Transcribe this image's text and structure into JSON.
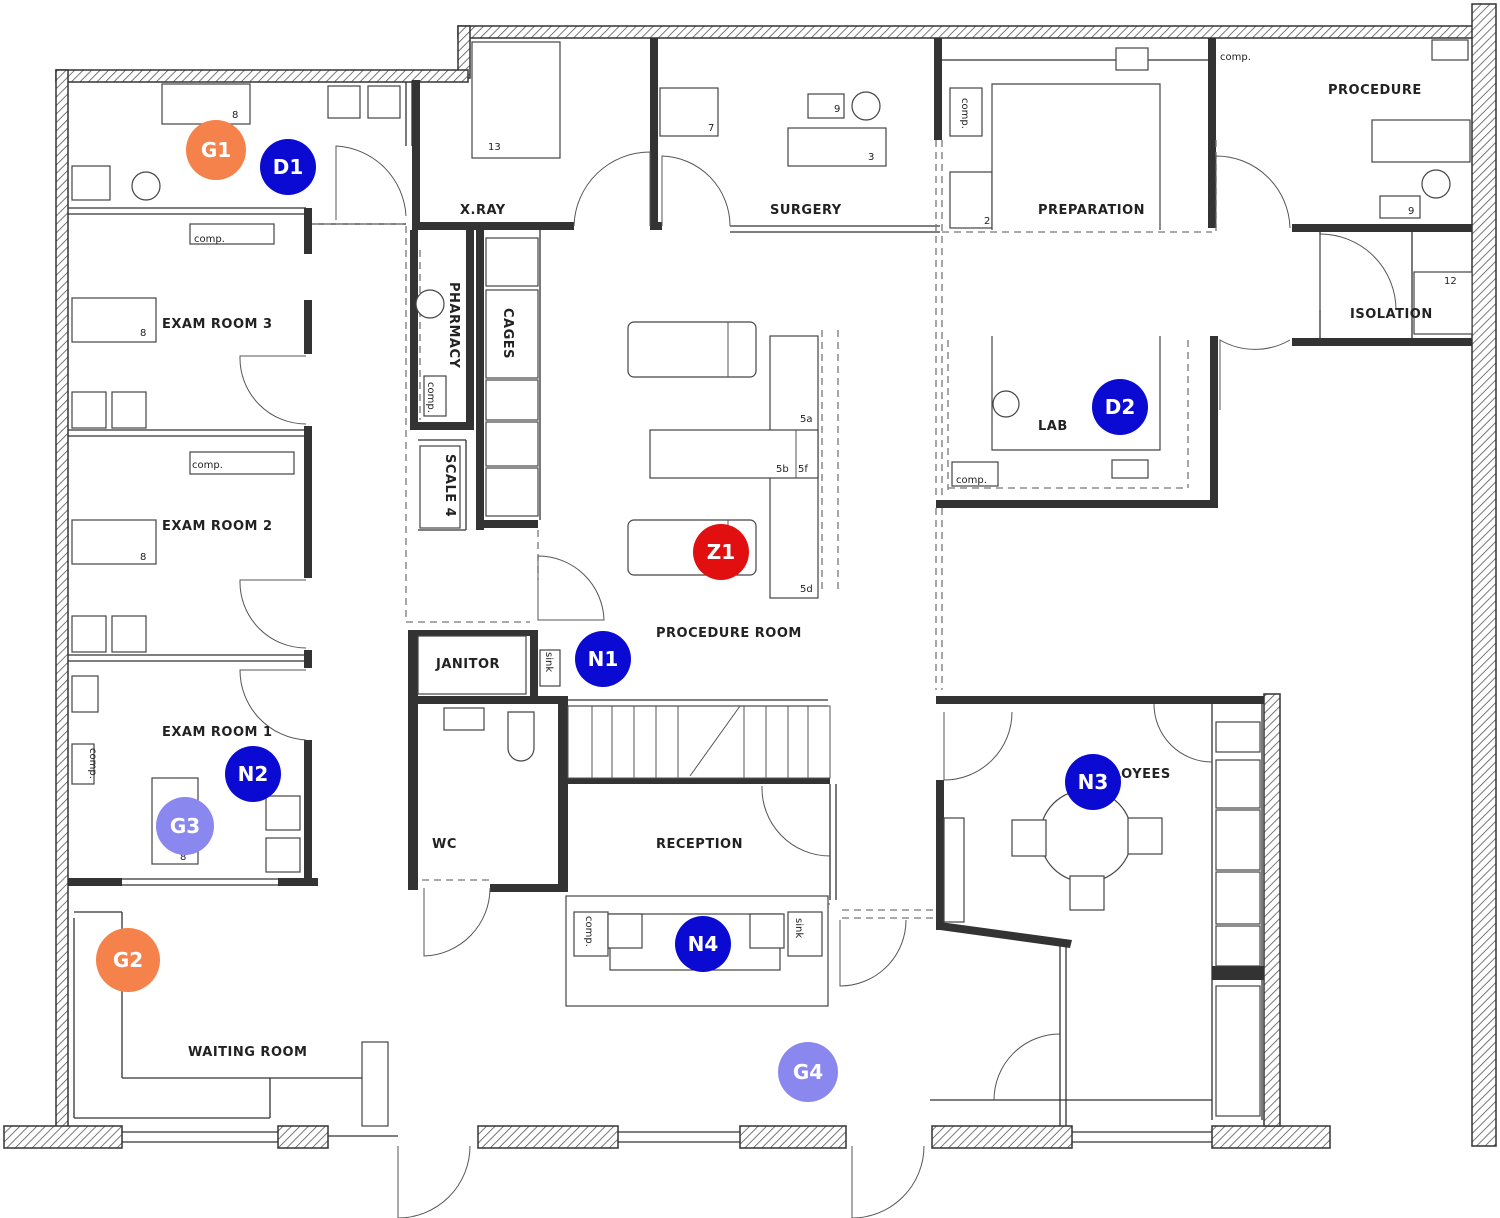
{
  "rooms": {
    "xray": "X.RAY",
    "surgery": "SURGERY",
    "preparation": "PREPARATION",
    "procedure": "PROCEDURE",
    "isolation": "ISOLATION",
    "lab": "LAB",
    "exam3": "EXAM ROOM 3",
    "exam2": "EXAM ROOM 2",
    "exam1": "EXAM ROOM 1",
    "pharmacy": "PHARMACY",
    "cages": "CAGES",
    "scale": "SCALE 4",
    "janitor": "JANITOR",
    "wc": "WC",
    "reception": "RECEPTION",
    "procedure_room": "PROCEDURE ROOM",
    "employees": "EMPLOYEES",
    "waiting": "WAITING ROOM"
  },
  "numbers": {
    "n13": "13",
    "n7": "7",
    "n9a": "9",
    "n3": "3",
    "n2": "2",
    "n9b": "9",
    "n12": "12",
    "n8a": "8",
    "n8b": "8",
    "n8c": "8",
    "n8d": "8",
    "n5a": "5a",
    "n5b": "5b",
    "n5f": "5f",
    "n5d": "5d"
  },
  "equipment": {
    "comp": "comp.",
    "sink": "sink"
  },
  "markers": [
    {
      "id": "G1",
      "color": "#F5824A"
    },
    {
      "id": "D1",
      "color": "#0A0AD2"
    },
    {
      "id": "D2",
      "color": "#0A0AD2"
    },
    {
      "id": "Z1",
      "color": "#E10F0F"
    },
    {
      "id": "N1",
      "color": "#0A0AD2"
    },
    {
      "id": "N2",
      "color": "#0A0AD2"
    },
    {
      "id": "G3",
      "color": "#8A87EE"
    },
    {
      "id": "N3",
      "color": "#0A0AD2"
    },
    {
      "id": "N4",
      "color": "#0A0AD2"
    },
    {
      "id": "G2",
      "color": "#F5824A"
    },
    {
      "id": "G4",
      "color": "#8A87EE"
    }
  ]
}
